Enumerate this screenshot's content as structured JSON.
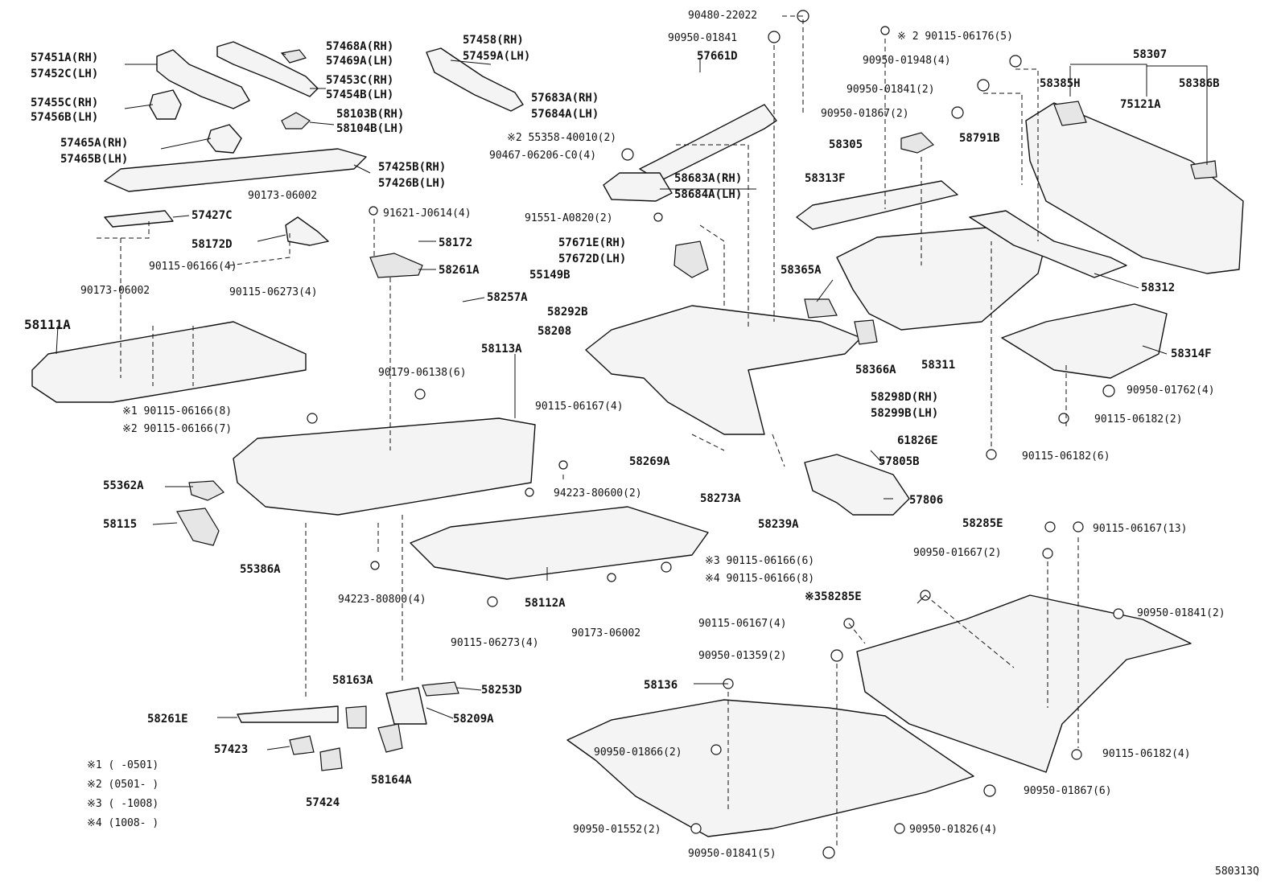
{
  "diagram_id": "580313Q",
  "labels": {
    "l57451": "57451A(RH)",
    "l57452": "57452C(LH)",
    "l57455": "57455C(RH)",
    "l57456": "57456B(LH)",
    "l57465a": "57465A(RH)",
    "l57465b": "57465B(LH)",
    "l57468": "57468A(RH)",
    "l57469": "57469A(LH)",
    "l57453": "57453C(RH)",
    "l57454": "57454B(LH)",
    "l58103": "58103B(RH)",
    "l58104": "58104B(LH)",
    "l57458": "57458(RH)",
    "l57459": "57459A(LH)",
    "l57683": "57683A(RH)",
    "l57684": "57684A(LH)",
    "l55358": "※2 55358-40010(2)",
    "l90467": "90467-06206-C0(4)",
    "l57425": "57425B(RH)",
    "l57426": "57426B(LH)",
    "l90173a": "90173-06002",
    "l57427": "57427C",
    "l58172d": "58172D",
    "l91621": "91621-J0614(4)",
    "l58172": "58172",
    "l58261a": "58261A",
    "l90115_06166": "90115-06166(4)",
    "l90173b": "90173-06002",
    "l90115_06273a": "90115-06273(4)",
    "l58111": "58111A",
    "l58257": "58257A",
    "l58113": "58113A",
    "l90179": "90179-06138(6)",
    "l90115_06167a": "90115-06167(4)",
    "l1_90115": "※1 90115-06166(8)",
    "l2_90115": "※2 90115-06166(7)",
    "l55362": "55362A",
    "l58115": "58115",
    "l55386": "55386A",
    "l94223_806": "94223-80600(2)",
    "l3_90115": "※3 90115-06166(6)",
    "l4_90115": "※4 90115-06166(8)",
    "l94223_808": "94223-80800(4)",
    "l58112": "58112A",
    "l90173c": "90173-06002",
    "l90115_06273b": "90115-06273(4)",
    "l58163": "58163A",
    "l58253": "58253D",
    "l58261e": "58261E",
    "l58209": "58209A",
    "l57423": "57423",
    "l58164": "58164A",
    "l57424": "57424",
    "n1": "※1 (   -0501)",
    "n2": "※2 (0501-   )",
    "n3": "※3 (   -1008)",
    "n4": "※4 (1008-   )",
    "l90480": "90480-22022",
    "l90950_01841a": "90950-01841",
    "l57661": "57661D",
    "l58683": "58683A(RH)",
    "l58684": "58684A(LH)",
    "l91551": "91551-A0820(2)",
    "l57671": "57671E(RH)",
    "l57672": "57672D(LH)",
    "l55149": "55149B",
    "l58292": "58292B",
    "l58208": "58208",
    "l58365": "58365A",
    "l58366": "58366A",
    "l58311": "58311",
    "l58298": "58298D(RH)",
    "l58299": "58299B(LH)",
    "l61826": "61826E",
    "l58269": "58269A",
    "l58273": "58273A",
    "l58239": "58239A",
    "l57805": "57805B",
    "l57806": "57806",
    "l2_90115_06176": "※ 2 90115-06176(5)",
    "l90950_01948": "90950-01948(4)",
    "l90950_01841b": "90950-01841(2)",
    "l90950_01867a": "90950-01867(2)",
    "l58305": "58305",
    "l58791": "58791B",
    "l58313": "58313F",
    "l58307": "58307",
    "l58385": "58385H",
    "l75121": "75121A",
    "l58386": "58386B",
    "l58312": "58312",
    "l58314": "58314F",
    "l90950_01762": "90950-01762(4)",
    "l90115_06182a": "90115-06182(2)",
    "l90115_06182b": "90115-06182(6)",
    "l58285e": "58285E",
    "l90115_06167b": "90115-06167(13)",
    "l90950_01667": "90950-01667(2)",
    "l3_58285e": "※358285E",
    "l90115_06167c": "90115-06167(4)",
    "l90950_01841c": "90950-01841(2)",
    "l90950_01359": "90950-01359(2)",
    "l58136": "58136",
    "l90950_01866": "90950-01866(2)",
    "l90115_06182c": "90115-06182(4)",
    "l90950_01867b": "90950-01867(6)",
    "l90950_01552": "90950-01552(2)",
    "l90950_01826": "90950-01826(4)",
    "l90950_01841d": "90950-01841(5)"
  }
}
